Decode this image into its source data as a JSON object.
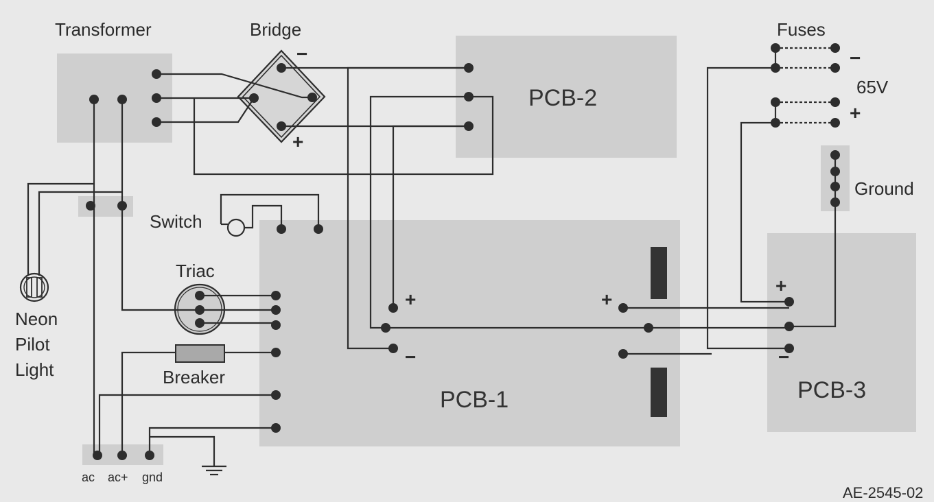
{
  "labels": {
    "transformer": "Transformer",
    "bridge": "Bridge",
    "bridge_minus": "−",
    "bridge_plus": "+",
    "pcb2": "PCB-2",
    "fuses": "Fuses",
    "fuse_minus": "−",
    "fuse_plus": "+",
    "voltage": "65V",
    "ground": "Ground",
    "switch": "Switch",
    "triac": "Triac",
    "neon_line1": "Neon",
    "neon_line2": "Pilot",
    "neon_line3": "Light",
    "breaker": "Breaker",
    "pcb1": "PCB-1",
    "pcb1_left_plus": "+",
    "pcb1_left_minus": "−",
    "pcb1_right_plus": "+",
    "pcb3": "PCB-3",
    "pcb3_plus": "+",
    "pcb3_minus": "−",
    "term_ac": "ac",
    "term_acplus": "ac+",
    "term_gnd": "gnd",
    "drawing_id": "AE-2545-02"
  },
  "colors": {
    "background": "#e9e9e9",
    "board": "#cfcfcf",
    "wire": "#2d2d2d",
    "capacitor": "#333333"
  }
}
